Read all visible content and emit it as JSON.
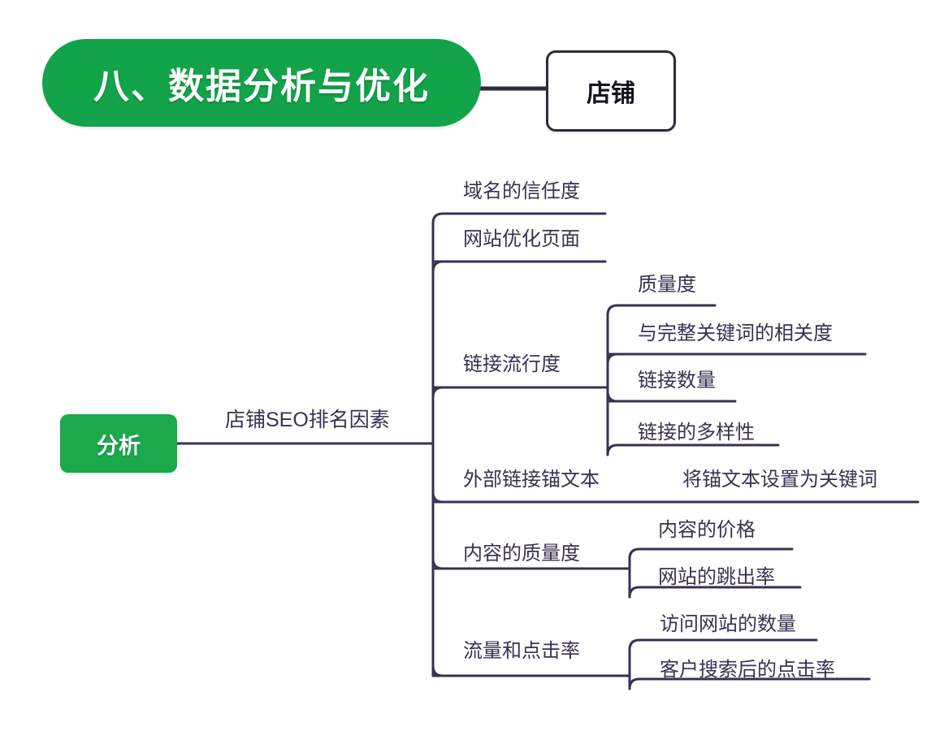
{
  "page": {
    "background": "#ffffff",
    "line_color": "#3A3050",
    "text_color": "#3B3150",
    "green": "#13A34A",
    "green_root": "#1BA94C",
    "box_border": "#2C2A3C"
  },
  "header": {
    "title": "八、数据分析与优化",
    "side_box": "店铺"
  },
  "root": {
    "label": "分析"
  },
  "chart_data": {
    "type": "diagram",
    "title": "八、数据分析与优化",
    "root": "分析",
    "branch_title": "店铺SEO排名因素",
    "nodes": [
      {
        "label": "域名的信任度",
        "children": []
      },
      {
        "label": "网站优化页面",
        "children": []
      },
      {
        "label": "链接流行度",
        "children": [
          "质量度",
          "与完整关键词的相关度",
          "链接数量",
          "链接的多样性"
        ]
      },
      {
        "label": "外部链接锚文本",
        "children": [
          "将锚文本设置为关键词"
        ]
      },
      {
        "label": "内容的质量度",
        "children": [
          "内容的价格",
          "网站的跳出率"
        ]
      },
      {
        "label": "流量和点击率",
        "children": [
          "访问网站的数量",
          "客户搜索后的点击率"
        ]
      }
    ]
  },
  "labels": {
    "branch_title": "店铺SEO排名因素",
    "n1": "域名的信任度",
    "n2": "网站优化页面",
    "n3": "链接流行度",
    "n3c1": "质量度",
    "n3c2": "与完整关键词的相关度",
    "n3c3": "链接数量",
    "n3c4": "链接的多样性",
    "n4": "外部链接锚文本",
    "n4c1": "将锚文本设置为关键词",
    "n5": "内容的质量度",
    "n5c1": "内容的价格",
    "n5c2": "网站的跳出率",
    "n6": "流量和点击率",
    "n6c1": "访问网站的数量",
    "n6c2": "客户搜索后的点击率"
  }
}
